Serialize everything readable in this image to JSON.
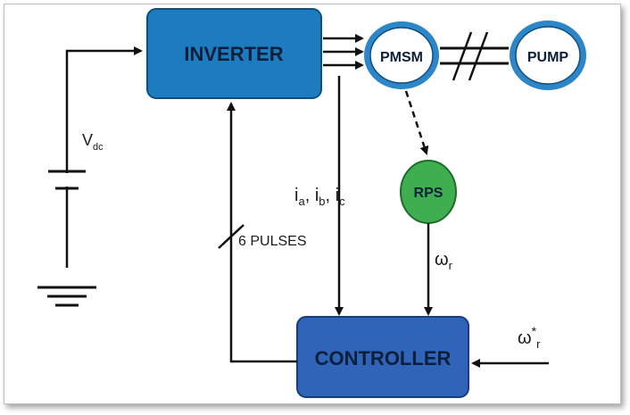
{
  "blocks": {
    "inverter": "INVERTER",
    "pmsm": "PMSM",
    "pump": "PUMP",
    "rps": "RPS",
    "controller": "CONTROLLER"
  },
  "signals": {
    "vdc_main": "V",
    "vdc_sub": "dc",
    "ia_main": "i",
    "ia_sub": "a",
    "ib_main": "i",
    "ib_sub": "b",
    "ic_main": "i",
    "ic_sub": "c",
    "currents_sep": ", ",
    "pulses": "6 PULSES",
    "omega_r_main": "ω",
    "omega_r_sub": "r",
    "omega_ref_main": "ω",
    "omega_ref_sup": "*",
    "omega_ref_sub": "r"
  },
  "colors": {
    "inverter_fill": "#1d7bbf",
    "controller_fill": "#2f64b8",
    "rps_fill": "#3fae4f",
    "motor_ring": "#2c86c8",
    "line": "#111111"
  }
}
